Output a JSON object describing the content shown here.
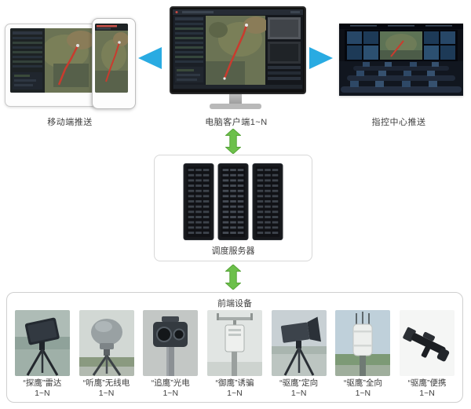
{
  "diagram": {
    "top": {
      "mobile_label": "移动端推送",
      "pc_label": "电脑客户端1~N",
      "command_label": "指控中心推送"
    },
    "server_label": "调度服务器",
    "frontend": {
      "title": "前端设备",
      "devices": [
        {
          "name": "“探鹰”雷达",
          "count": "1~N"
        },
        {
          "name": "“听鹰”无线电",
          "count": "1~N"
        },
        {
          "name": "“追鹰”光电",
          "count": "1~N"
        },
        {
          "name": "“御鹰”诱骗",
          "count": "1~N"
        },
        {
          "name": "“驱鹰”定向",
          "count": "1~N"
        },
        {
          "name": "“驱鹰”全向",
          "count": "1~N"
        },
        {
          "name": "“驱鹰”便携",
          "count": "1~N"
        }
      ]
    },
    "colors": {
      "arrow_blue": "#29abe2",
      "arrow_green": "#6cc04a"
    }
  }
}
